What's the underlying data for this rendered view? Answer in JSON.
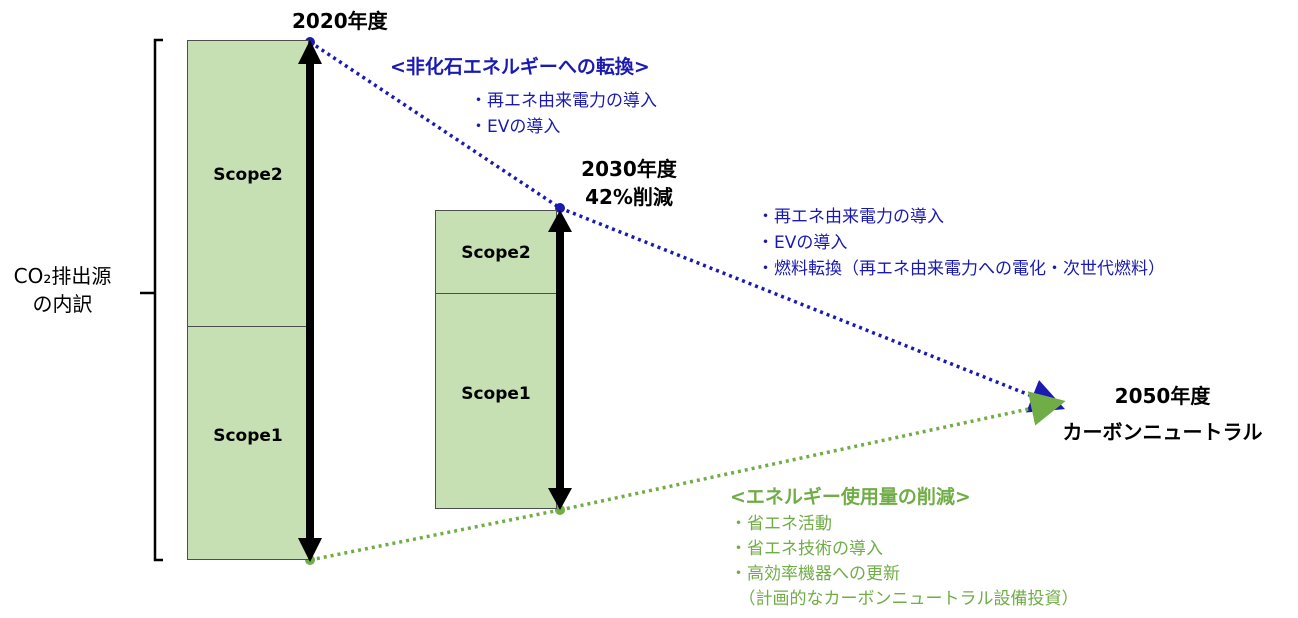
{
  "breakdown_label_line1": "CO₂排出源",
  "breakdown_label_line2": "の内訳",
  "year2020": {
    "label": "2020年度",
    "scope2": "Scope2",
    "scope1": "Scope1"
  },
  "year2030": {
    "label": "2030年度",
    "reduction": "42%削減",
    "scope2": "Scope2",
    "scope1": "Scope1"
  },
  "year2050": {
    "label": "2050年度",
    "goal": "カーボンニュートラル"
  },
  "non_fossil": {
    "heading": "<非化石エネルギーへの転換>",
    "items_2020_2030": [
      "・再エネ由来電力の導入",
      "・EVの導入"
    ],
    "items_2030_2050": [
      "・再エネ由来電力の導入",
      "・EVの導入",
      "・燃料転換（再エネ由来電力への電化・次世代燃料）"
    ]
  },
  "energy_reduction": {
    "heading": "<エネルギー使用量の削減>",
    "items": [
      "・省エネ活動",
      "・省エネ技術の導入",
      "・高効率機器への更新",
      "　（計画的なカーボンニュートラル設備投資）"
    ]
  },
  "colors": {
    "bar_fill": "#c6e0b4",
    "blue_line": "#1a1ab3",
    "green_line": "#70ad47",
    "arrow": "#000000"
  }
}
